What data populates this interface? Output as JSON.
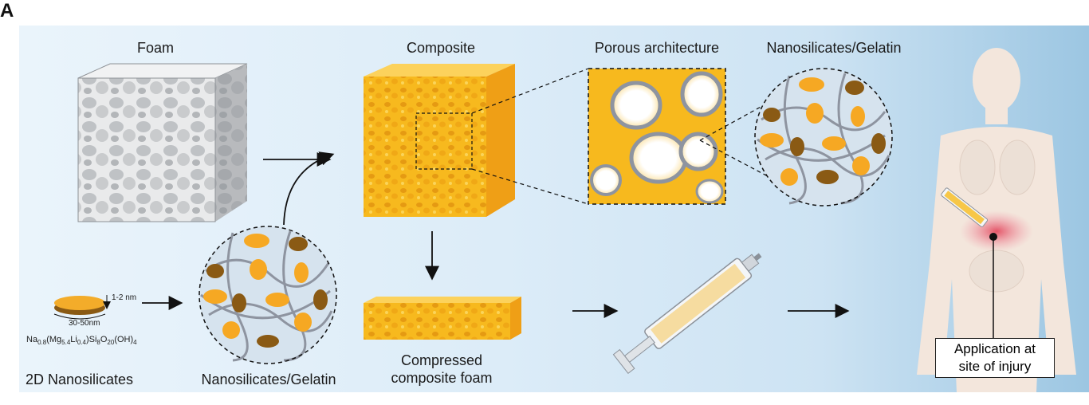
{
  "panel_letter": "A",
  "labels": {
    "foam": "Foam",
    "composite": "Composite",
    "porous": "Porous architecture",
    "nanogel_top": "Nanosilicates/Gelatin",
    "nanogel_bottom": "Nanosilicates/Gelatin",
    "nanosilicates_2d": "2D Nanosilicates",
    "compressed_1": "Compressed",
    "compressed_2": "composite foam",
    "thickness": "1-2 nm",
    "diameter": "30-50nm",
    "application_1": "Application at",
    "application_2": "site of injury"
  },
  "formula": {
    "na": "Na",
    "na_sub": "0.8",
    "mg": "(Mg",
    "mg_sub": "5.4",
    "li": "Li",
    "li_sub": "0.4",
    "si": ")Si",
    "si_sub": "8",
    "o": "O",
    "o_sub": "20",
    "oh": "(OH)",
    "oh_sub": "4"
  },
  "colors": {
    "orange": "#f6b323",
    "dark_orange": "#8a5a14",
    "gray": "#9aa0aa",
    "foam_gray": "#d4d6d8"
  }
}
